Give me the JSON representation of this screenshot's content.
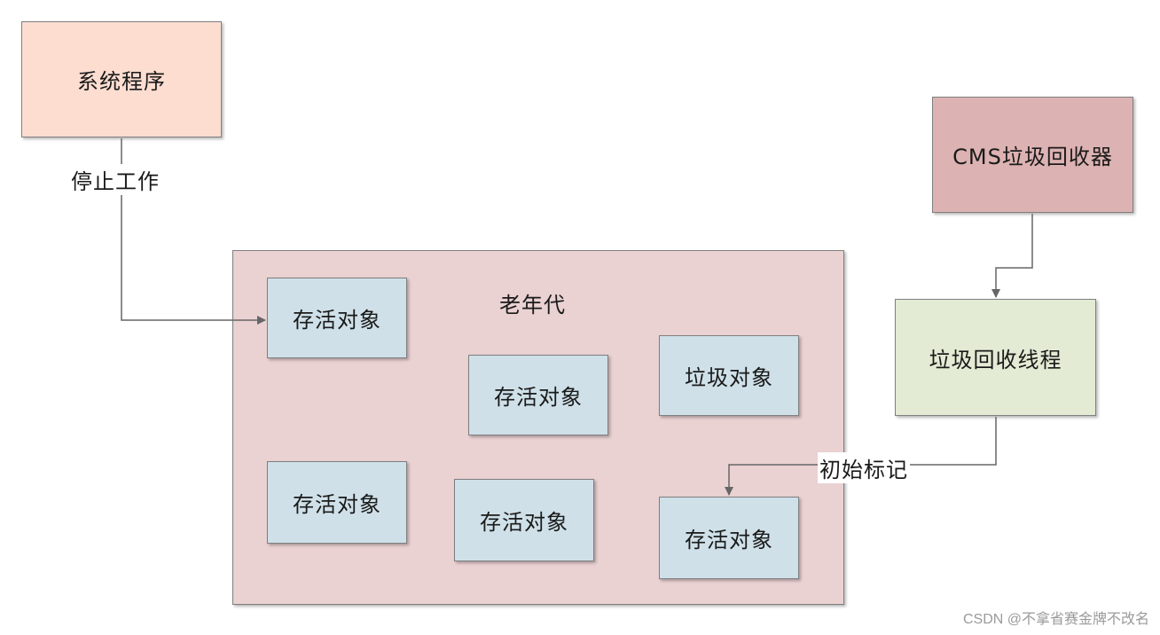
{
  "nodes": {
    "system_program": {
      "label": "系统程序",
      "color": "#fcddd0"
    },
    "cms_collector": {
      "label": "CMS垃圾回收器",
      "color": "#ddb2b2"
    },
    "gc_thread": {
      "label": "垃圾回收线程",
      "color": "#e3ebd4"
    },
    "old_generation": {
      "label": "老年代",
      "color": "#ead1d2"
    },
    "live_object_1": {
      "label": "存活对象",
      "color": "#cfe0e8"
    },
    "live_object_2": {
      "label": "存活对象",
      "color": "#cfe0e8"
    },
    "garbage_object": {
      "label": "垃圾对象",
      "color": "#cfe0e8"
    },
    "live_object_3": {
      "label": "存活对象",
      "color": "#cfe0e8"
    },
    "live_object_4": {
      "label": "存活对象",
      "color": "#cfe0e8"
    },
    "live_object_5": {
      "label": "存活对象",
      "color": "#cfe0e8"
    }
  },
  "edges": {
    "stop_work": {
      "label": "停止工作"
    },
    "initial_mark": {
      "label": "初始标记"
    }
  },
  "watermark": "CSDN @不拿省赛金牌不改名"
}
